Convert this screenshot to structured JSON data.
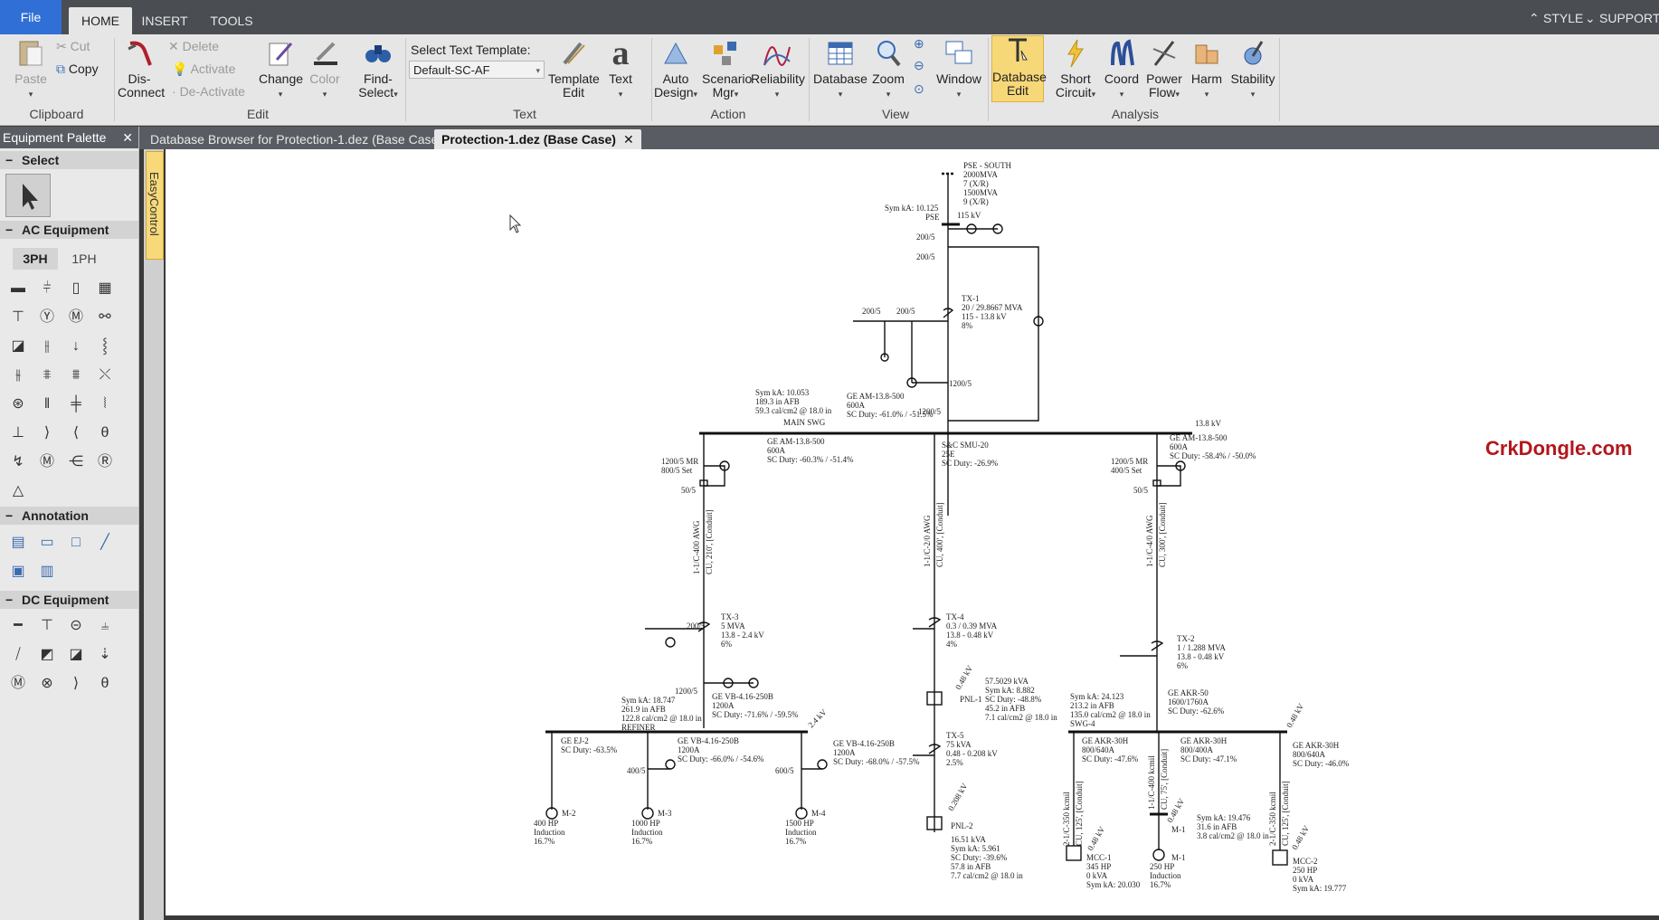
{
  "ribbon_tabs": {
    "file": "File",
    "home": "HOME",
    "insert": "INSERT",
    "tools": "TOOLS",
    "style": "STYLE",
    "support": "SUPPORT"
  },
  "clipboard": {
    "paste": "Paste",
    "cut": "Cut",
    "copy": "Copy",
    "group": "Clipboard"
  },
  "edit": {
    "disconnect_1": "Dis-",
    "disconnect_2": "Connect",
    "delete": "Delete",
    "activate": "Activate",
    "deactivate": "De-Activate",
    "change": "Change",
    "color": "Color",
    "find_1": "Find-",
    "find_2": "Select",
    "group": "Edit"
  },
  "text": {
    "template_label": "Select Text Template:",
    "template_value": "Default-SC-AF",
    "template_edit_1": "Template",
    "template_edit_2": "Edit",
    "text": "Text",
    "group": "Text"
  },
  "action": {
    "auto_1": "Auto",
    "auto_2": "Design",
    "scen_1": "Scenario",
    "scen_2": "Mgr",
    "reliability": "Reliability",
    "group": "Action"
  },
  "view": {
    "database": "Database",
    "zoom": "Zoom",
    "window": "Window",
    "group": "View"
  },
  "analysis": {
    "dbedit_1": "Database",
    "dbedit_2": "Edit",
    "sc_1": "Short",
    "sc_2": "Circuit",
    "coord": "Coord",
    "pf_1": "Power",
    "pf_2": "Flow",
    "harm": "Harm",
    "stability": "Stability",
    "group": "Analysis"
  },
  "palette": {
    "title": "Equipment Palette",
    "close": "✕",
    "select": "Select",
    "ac": "AC Equipment",
    "three_ph": "3PH",
    "one_ph": "1PH",
    "annotation": "Annotation",
    "dc": "DC Equipment",
    "easycontrol": "EasyControl"
  },
  "doc_tabs": {
    "tab1": "Database Browser for Protection-1.dez  (Base Case)",
    "tab2": "Protection-1.dez  (Base Case)",
    "close": "✕"
  },
  "watermark": "CrkDongle.com",
  "colors": {
    "accent_file": "#2f6fd6",
    "active_tool": "#f7d879",
    "watermark": "#b3161c"
  },
  "diagram": {
    "pse_1": "PSE - SOUTH",
    "pse_2": "2000MVA",
    "pse_3": "7 (X/R)",
    "pse_4": "1500MVA",
    "pse_5": "9 (X/R)",
    "pse_sym": "Sym kA: 10.125",
    "pse_bus": "PSE",
    "pse_kv": "115 kV",
    "ct_200_a": "200/5",
    "ct_200_b": "200/5",
    "ct_200_c": "200/5",
    "ct_200_d": "200/5",
    "tx1_1": "TX-1",
    "tx1_2": "20 / 29.8667 MVA",
    "tx1_3": "115 - 13.8 kV",
    "tx1_4": "8%",
    "ct_1200_a": "1200/5",
    "ct_1200_b": "1200/5",
    "msw_1": "Sym kA: 10.053",
    "msw_2": "189.3 in AFB",
    "msw_3": "59.3 cal/cm2 @ 18.0 in",
    "msw_bus": "MAIN SWG",
    "ge1_1": "GE AM-13.8-500",
    "ge1_2": "600A",
    "ge1_3": "SC Duty: -61.0% / -51.5%",
    "bus_kv": "13.8 kV",
    "ge2_1": "GE AM-13.8-500",
    "ge2_2": "600A",
    "ge2_3": "SC Duty: -60.3% / -51.4%",
    "sc_1": "S&C SMU-20",
    "sc_2": "25E",
    "sc_3": "SC Duty: -26.9%",
    "ge3_1": "GE AM-13.8-500",
    "ge3_2": "600A",
    "ge3_3": "SC Duty: -58.4% / -50.0%",
    "mr1_1": "1200/5 MR",
    "mr1_2": "800/5 Set",
    "mr1_3": "50/5",
    "mr2_1": "1200/5 MR",
    "mr2_2": "400/5 Set",
    "mr2_3": "50/5",
    "cab1": "1-1/C-400 AWG",
    "cab1b": "CU, 210', [Conduit]",
    "cab2": "1-1/C-2/0 AWG",
    "cab2b": "CU, 400', [Conduit]",
    "cab3": "1-1/C-4/0 AWG",
    "cab3b": "CU, 300', [Conduit]",
    "tx3_1": "TX-3",
    "tx3_2": "5 MVA",
    "tx3_3": "13.8 - 2.4 kV",
    "tx3_4": "6%",
    "tx4_1": "TX-4",
    "tx4_2": "0.3 / 0.39 MVA",
    "tx4_3": "13.8 - 0.48 kV",
    "tx4_4": "4%",
    "tx2_1": "TX-2",
    "tx2_2": "1 / 1.288 MVA",
    "tx2_3": "13.8 - 0.48 kV",
    "tx2_4": "6%",
    "ref_1": "Sym kA: 18.747",
    "ref_2": "261.9 in AFB",
    "ref_3": "122.8 cal/cm2 @ 18.0 in",
    "ref_bus": "REFINER",
    "gevb1_1": "GE VB-4.16-250B",
    "gevb1_2": "1200A",
    "gevb1_3": "SC Duty: -71.6% / -59.5%",
    "kv24": "2.4 kV",
    "pnl1_kv": "0.48 kV",
    "pnl1": "PNL-1",
    "pnl1_1": "57.5029 kVA",
    "pnl1_2": "Sym kA: 8.882",
    "pnl1_3": "SC Duty: -48.8%",
    "pnl1_4": "45.2 in AFB",
    "pnl1_5": "7.1 cal/cm2 @ 18.0 in",
    "swg4_1": "Sym kA: 24.123",
    "swg4_2": "213.2 in AFB",
    "swg4_3": "135.0 cal/cm2 @ 18.0 in",
    "swg4_bus": "SWG-4",
    "akr50_1": "GE AKR-50",
    "akr50_2": "1600/1760A",
    "akr50_3": "SC Duty: -62.6%",
    "kv048r": "0.48 kV",
    "ej_1": "GE EJ-2",
    "ej_2": "SC Duty: -63.5%",
    "gevb2_1": "GE VB-4.16-250B",
    "gevb2_2": "1200A",
    "gevb2_3": "SC Duty: -66.0% / -54.6%",
    "gevb3_1": "GE VB-4.16-250B",
    "gevb3_2": "1200A",
    "gevb3_3": "SC Duty: -68.0% / -57.5%",
    "ct_400": "400/5",
    "ct_600": "600/5",
    "tx5_1": "TX-5",
    "tx5_2": "75 kVA",
    "tx5_3": "0.48 - 0.208 kV",
    "tx5_4": "2.5%",
    "akr30a_1": "GE AKR-30H",
    "akr30a_2": "800/640A",
    "akr30a_3": "SC Duty: -47.6%",
    "akr30b_1": "GE AKR-30H",
    "akr30b_2": "800/400A",
    "akr30b_3": "SC Duty: -47.1%",
    "akr30c_1": "GE AKR-30H",
    "akr30c_2": "800/640A",
    "akr30c_3": "SC Duty: -46.0%",
    "m2": "M-2",
    "m2_1": "400 HP",
    "m2_2": "Induction",
    "m2_3": "16.7%",
    "m3": "M-3",
    "m3_1": "1000 HP",
    "m3_2": "Induction",
    "m3_3": "16.7%",
    "m4": "M-4",
    "m4_1": "1500 HP",
    "m4_2": "Induction",
    "m4_3": "16.7%",
    "pnl2_kv": "0.208 kV",
    "pnl2": "PNL-2",
    "pnl2_1": "16.51 kVA",
    "pnl2_2": "Sym kA: 5.961",
    "pnl2_3": "SC Duty: -39.6%",
    "pnl2_4": "57.8 in AFB",
    "pnl2_5": "7.7 cal/cm2 @ 18.0 in",
    "cab4": "2-1/C-350 kcmil",
    "cab4b": "CU, 125', [Conduit]",
    "cab5": "1-1/C-400 kcmil",
    "cab5b": "CU, 75', [Conduit]",
    "cab6": "2-1/C-350 kcmil",
    "cab6b": "CU, 125', [Conduit]",
    "kv048_1": "0.48 kV",
    "kv048_2": "0.48 kV",
    "kv048_3": "0.48 kV",
    "m1_1": "Sym kA: 19.476",
    "m1_2": "31.6 in AFB",
    "m1_3": "3.8 cal/cm2 @ 18.0 in",
    "m1_label": "M-1",
    "m1_label2": "M-1",
    "mcc1": "MCC-1",
    "mcc1_1": "345 HP",
    "mcc1_2": "0 kVA",
    "mcc1_3": "Sym kA: 20.030",
    "m1_hp": "250 HP",
    "m1_ind": "Induction",
    "m1_pct": "16.7%",
    "mcc2": "MCC-2",
    "mcc2_1": "250 HP",
    "mcc2_2": "0 kVA",
    "mcc2_3": "Sym kA: 19.777"
  }
}
